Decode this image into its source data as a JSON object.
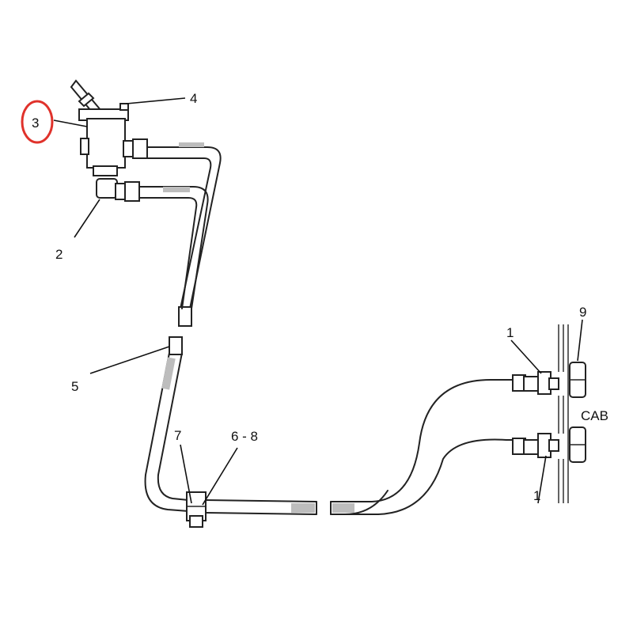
{
  "diagram": {
    "labels": {
      "l1a": "1",
      "l1b": "1",
      "l2": "2",
      "l3": "3",
      "l4": "4",
      "l5": "5",
      "l68": "6 - 8",
      "l7": "7",
      "l9": "9",
      "cab": "CAB"
    },
    "highlight_color": "#e0322b",
    "line_color": "#222222"
  }
}
